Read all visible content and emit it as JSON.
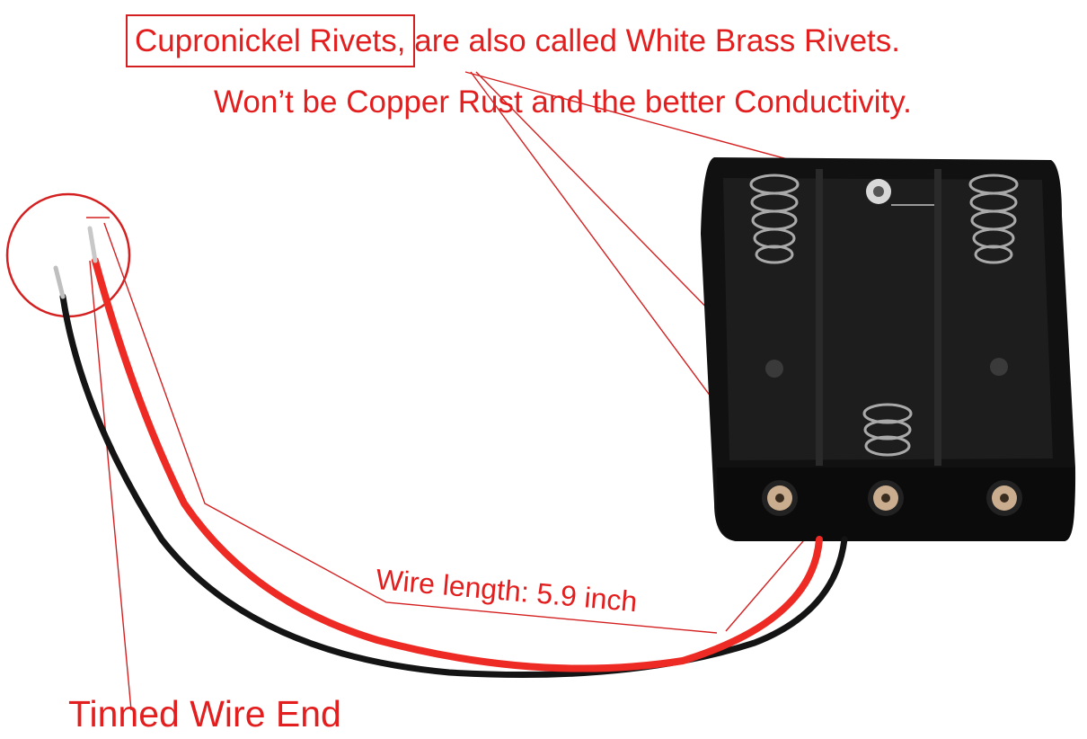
{
  "captions": {
    "rivets_term": "Cupronickel Rivets,",
    "rivets_rest": " are also called White Brass Rivets.",
    "conductivity": "Won’t be Copper Rust and the better Conductivity.",
    "wire_length": "Wire length: 5.9 inch",
    "tinned_end": "Tinned Wire End"
  },
  "colors": {
    "annotation_red": "#e31e1e",
    "holder_black": "#111111",
    "wire_red": "#ee2a24",
    "wire_black": "#141414",
    "rivet_metal": "#c9ad8e"
  },
  "scene": {
    "subject": "battery-holder",
    "battery_slots": 3,
    "springs_visible": 3,
    "rivets_visible": 3
  }
}
